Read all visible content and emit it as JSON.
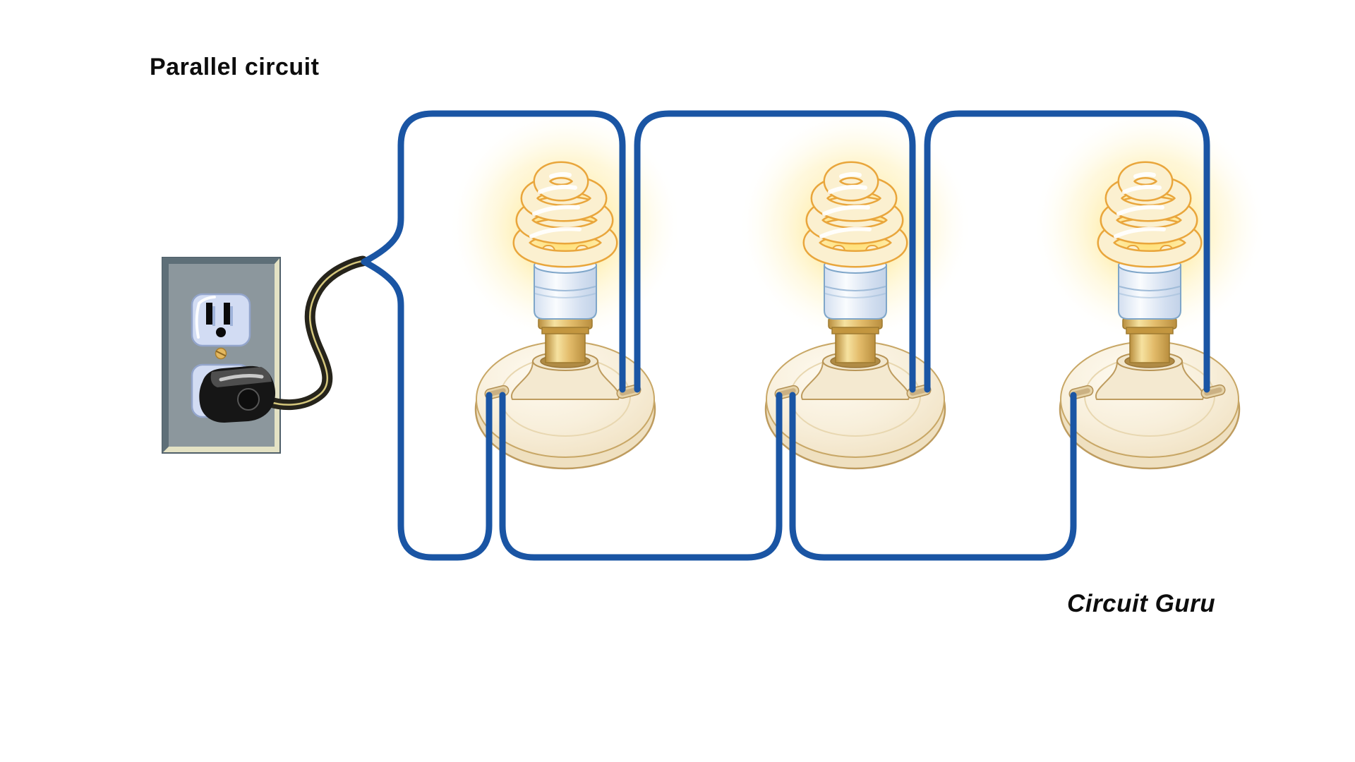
{
  "title": {
    "text": "Parallel circuit"
  },
  "watermark": {
    "text": "Circuit Guru"
  },
  "diagram": {
    "type": "parallel-circuit-illustration",
    "description_of_pixels": "Wall outlet with plugged-in cord feeding three lit CFL bulbs in ceramic lampholders wired in parallel with blue wire",
    "bulbs": [
      {
        "name": "bulb-1",
        "state": "on"
      },
      {
        "name": "bulb-2",
        "state": "on"
      },
      {
        "name": "bulb-3",
        "state": "on"
      }
    ],
    "colors": {
      "wire": "#1A55A4",
      "cord": "#26241B",
      "cord_stripe": "#D5C77C",
      "glow_inner": "#FFD95E",
      "glow_mid": "#FFEA9E",
      "glow_outer": "#FFFFFF",
      "spiral_fill": "#FBF0D0",
      "spiral_outline": "#E9A63C",
      "brass_mid": "#E3BC6B",
      "ceramic_mid": "#F4E9D0",
      "ceramic_line": "#BE9C5F",
      "plate_face": "#8C979D",
      "socket_face": "#D2DCF3",
      "plug_body": "#161616",
      "text_color": "#0D0D0D",
      "page_bg": "#FFFFFF"
    }
  }
}
